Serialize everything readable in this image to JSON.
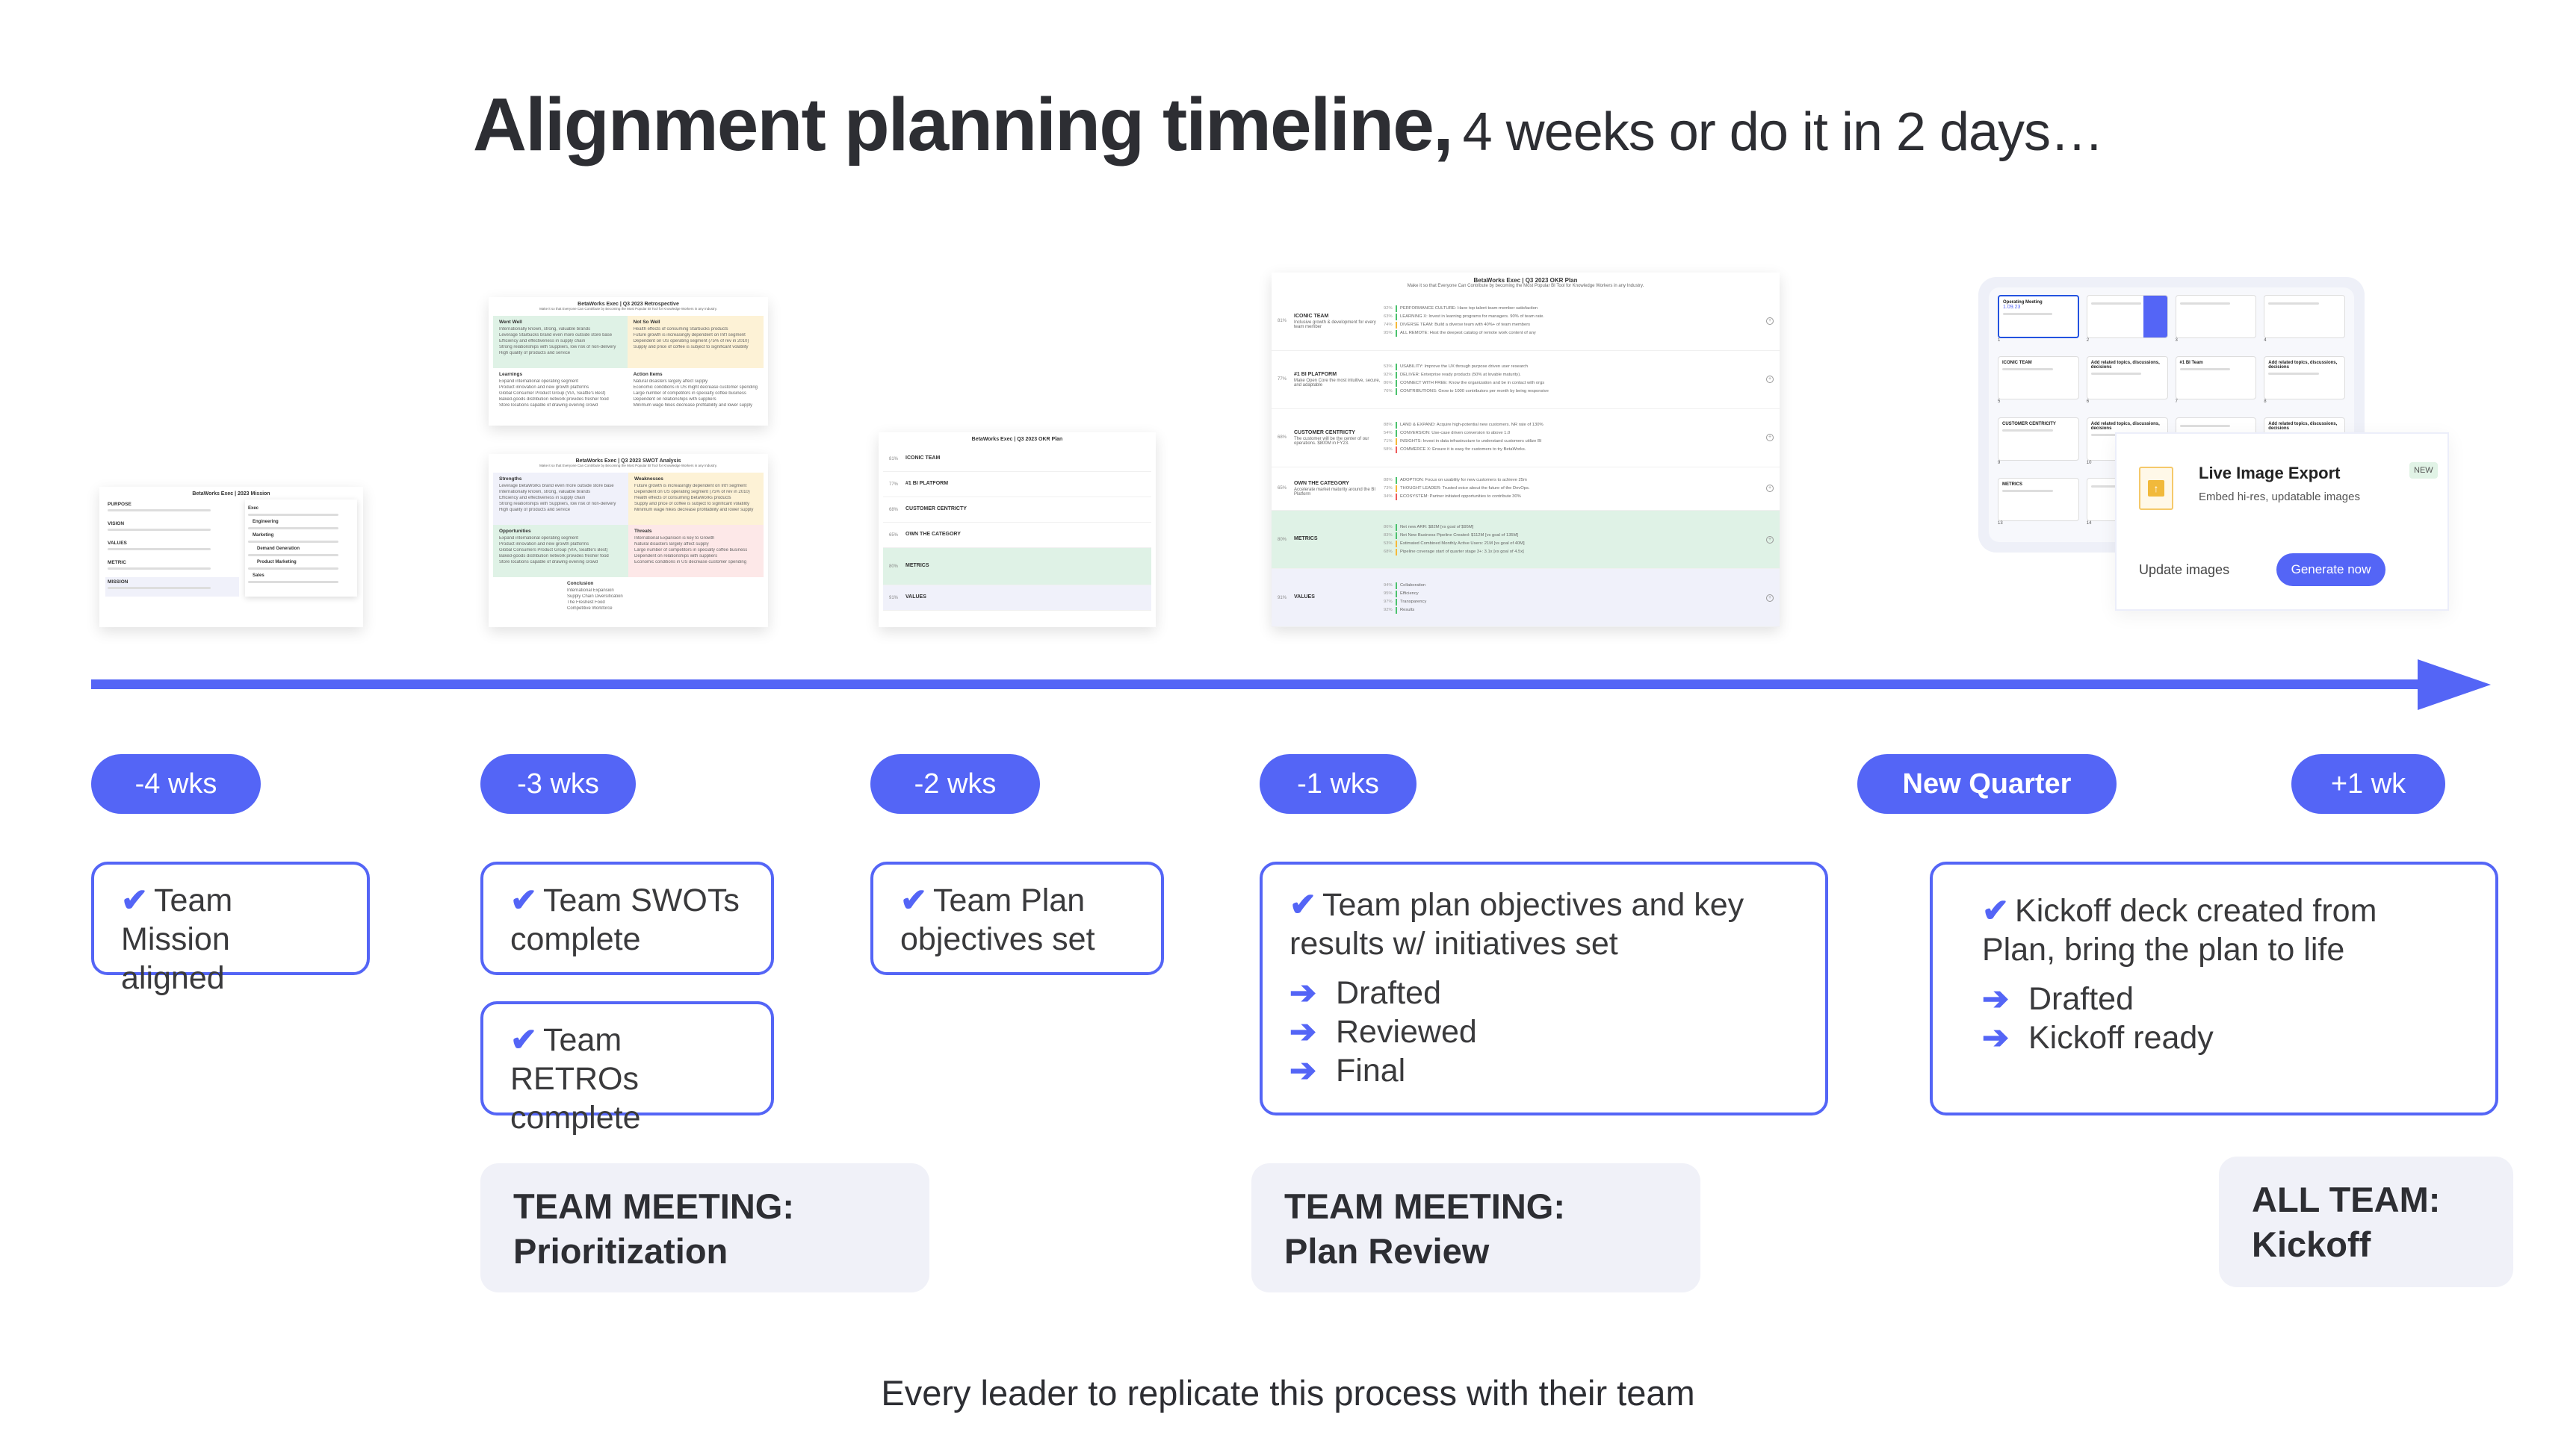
{
  "title": {
    "main": "Alignment planning timeline,",
    "sub": "4 weeks or do it in 2 days…"
  },
  "colors": {
    "accent": "#5465f6",
    "meeting_bg": "#f0f1f8",
    "text": "#2d2e33"
  },
  "milestones": [
    {
      "label": "-4 wks"
    },
    {
      "label": "-3 wks"
    },
    {
      "label": "-2 wks"
    },
    {
      "label": "-1 wks"
    },
    {
      "label": "New Quarter"
    },
    {
      "label": "+1 wk"
    }
  ],
  "tasks": {
    "mission": "Team Mission aligned",
    "swots": "Team SWOTs complete",
    "retros": "Team RETROs complete",
    "plan": "Team Plan objectives set",
    "okr": {
      "text": "Team plan objectives and key results w/ initiatives set",
      "steps": [
        "Drafted",
        "Reviewed",
        "Final"
      ]
    },
    "kickoff": {
      "text": "Kickoff deck created from Plan, bring the plan to life",
      "steps": [
        "Drafted",
        "Kickoff ready"
      ]
    }
  },
  "icons": {
    "check": "✔",
    "arrow": "➔"
  },
  "meetings": [
    {
      "line1": "TEAM MEETING:",
      "line2": "Prioritization"
    },
    {
      "line1": "TEAM MEETING:",
      "line2": "Plan Review"
    },
    {
      "line1": "ALL TEAM:",
      "line2": "Kickoff"
    }
  ],
  "footer": "Every leader to replicate this process with their team",
  "thumbnails": {
    "mission": {
      "title": "BetaWorks Exec | 2023 Mission",
      "rows": [
        "PURPOSE",
        "VISION",
        "VALUES",
        "METRIC",
        "MISSION"
      ],
      "popup_items": [
        "Exec",
        "Engineering",
        "Marketing",
        "Demand Generation",
        "Product Marketing",
        "Sales"
      ]
    },
    "retro": {
      "title": "BetaWorks Exec | Q3 2023 Retrospective",
      "subtitle": "Make it so that Everyone Can Contribute by Becoming the Most Popular BI Tool for Knowledge Workers in any Industry.",
      "quadrants": [
        {
          "name": "Went Well",
          "items": [
            "Internationally known, strong, valuable brands",
            "Leverage Starbucks brand even more outside store base",
            "Efficiency and effectiveness in supply chain",
            "Strong relationships with Suppliers, low risk of non-delivery",
            "High quality of products and service"
          ]
        },
        {
          "name": "Not So Well",
          "items": [
            "Health effects of consuming Starbucks products",
            "Future growth is increasingly dependent on Int'l segment",
            "Dependent on US operating segment (75% of rev in 2010)",
            "Supply and price of coffee is subject to significant volatility"
          ]
        },
        {
          "name": "Learnings",
          "items": [
            "Expand international operating segment",
            "Product innovation and new growth platforms",
            "Global Consumer Product Group (VIA, Seattle's Best)",
            "Baked-goods distribution network provides fresher food",
            "Store locations capable of drawing evening crowd"
          ]
        },
        {
          "name": "Action Items",
          "items": [
            "Natural disasters largely affect supply",
            "Economic conditions in US might decrease customer spending",
            "Large number of competitors in specialty coffee business",
            "Dependent on relationships with suppliers",
            "Minimum wage hikes decrease profitability and lower supply"
          ]
        }
      ]
    },
    "swot": {
      "title": "BetaWorks Exec | Q3 2023 SWOT Analysis",
      "subtitle": "Make it so that Everyone Can Contribute by Becoming the Most Popular BI Tool for Knowledge Workers in any Industry.",
      "quadrants": [
        {
          "name": "Strengths",
          "items": [
            "Leverage BetaWorks brand even more outside store base",
            "Internationally known, strong, valuable brands",
            "Efficiency and effectiveness in supply chain",
            "Strong relationships with Suppliers, low risk of non-delivery",
            "High quality of products and service"
          ]
        },
        {
          "name": "Weaknesses",
          "items": [
            "Future growth is increasingly dependent on Int'l segment",
            "Dependent on US operating segment (75% of rev in 2010)",
            "Health effects of consuming BetaWorks products",
            "Supply and price of coffee is subject to significant volatility",
            "Minimum wage hikes decrease profitability and lower supply"
          ]
        },
        {
          "name": "Opportunities",
          "items": [
            "Expand international operating segment",
            "Product innovation and new growth platforms",
            "Global Consumers Product Group (VIA, Seattle's Best)",
            "Baked-goods distribution network provides fresher food",
            "Store locations capable of drawing evening crowd"
          ]
        },
        {
          "name": "Threats",
          "items": [
            "International Expansion is key to Growth",
            "Natural disasters largely affect supply",
            "Large number of competitors in specialty coffee business",
            "Dependent on relationships with suppliers",
            "Economic conditions in US decrease customer spending"
          ]
        }
      ],
      "conclusion": {
        "name": "Conclusion",
        "items": [
          "International Expansion",
          "Supply Chain Diversification",
          "The Freshest Food",
          "Competitive Workforce"
        ]
      }
    },
    "plan": {
      "title": "BetaWorks Exec | Q3 2023 OKR Plan",
      "rows": [
        {
          "pct": "81%",
          "name": "ICONIC TEAM"
        },
        {
          "pct": "77%",
          "name": "#1 BI PLATFORM"
        },
        {
          "pct": "68%",
          "name": "CUSTOMER CENTRICTY"
        },
        {
          "pct": "65%",
          "name": "OWN THE CATEGORY"
        },
        {
          "pct": "80%",
          "name": "METRICS"
        },
        {
          "pct": "91%",
          "name": "VALUES"
        }
      ]
    },
    "okr": {
      "title": "BetaWorks Exec | Q3 2023 OKR Plan",
      "subtitle": "Make it so that Everyone Can Contribute by becoming the Most Popular BI Tool for Knowledge Workers in any Industry.",
      "objectives": [
        {
          "pct": "81%",
          "name": "ICONIC TEAM",
          "desc": "Inclusive growth & development for every team member",
          "bg": "#ffffff",
          "krs": [
            {
              "pct": "92%",
              "status": "#4cc26e",
              "text": "PERFORMANCE CULTURE: Have top talent team-member satisfaction"
            },
            {
              "pct": "63%",
              "status": "#4cc26e",
              "text": "LEARNING X: Invest in learning programs for managers. 90% of team rate."
            },
            {
              "pct": "74%",
              "status": "#f5b93a",
              "text": "DIVERSE TEAM: Build a diverse team with 40%+ of team members"
            },
            {
              "pct": "95%",
              "status": "#4cc26e",
              "text": "ALL REMOTE: Host the deepest catalog of remote work content of any"
            }
          ]
        },
        {
          "pct": "77%",
          "name": "#1 BI PLATFORM",
          "desc": "Make Open Core the most intuitive, secure, and adaptable",
          "bg": "#ffffff",
          "krs": [
            {
              "pct": "53%",
              "status": "#4cc26e",
              "text": "USABILITY: Improve the UX through purpose driven user research"
            },
            {
              "pct": "92%",
              "status": "#4cc26e",
              "text": "DELIVER: Enterprise ready products (50% at lovable maturity)."
            },
            {
              "pct": "86%",
              "status": "#4cc26e",
              "text": "CONNECT WITH FREE: Know the organization and be in contact with orgs"
            },
            {
              "pct": "76%",
              "status": "#4cc26e",
              "text": "CONTRIBUTIONS: Grow to 1000 contributors per month by being responsive"
            }
          ]
        },
        {
          "pct": "68%",
          "name": "CUSTOMER CENTRICTY",
          "desc": "The customer will be the center of our operations. $800M in FY23.",
          "bg": "#ffffff",
          "krs": [
            {
              "pct": "88%",
              "status": "#4cc26e",
              "text": "LAND & EXPAND: Acquire high-potential new customers. NR rate of 130%"
            },
            {
              "pct": "54%",
              "status": "#4cc26e",
              "text": "CONVERSION: Use-case driven conversion to above 1.0"
            },
            {
              "pct": "71%",
              "status": "#f5b93a",
              "text": "INSIGHTS: Invest in data infrastructure to understand customers utilize BI"
            },
            {
              "pct": "58%",
              "status": "#ee5a5a",
              "text": "COMMERCE X: Ensure it is easy for customers to try BetaWorks."
            }
          ]
        },
        {
          "pct": "65%",
          "name": "OWN THE CATEGORY",
          "desc": "Accelerate market maturity around the BI Platform",
          "bg": "#ffffff",
          "krs": [
            {
              "pct": "88%",
              "status": "#4cc26e",
              "text": "ADOPTION: Focus on usability for new customers to achieve 25m"
            },
            {
              "pct": "73%",
              "status": "#f5b93a",
              "text": "THOUGHT LEADER: Trusted voice about the future of the DevOps."
            },
            {
              "pct": "34%",
              "status": "#ee5a5a",
              "text": "ECOSYSTEM: Partner initiated opportunities to contribute 30%"
            }
          ]
        },
        {
          "pct": "80%",
          "name": "METRICS",
          "desc": "",
          "bg": "#dff2e6",
          "krs": [
            {
              "pct": "86%",
              "status": "#4cc26e",
              "text": "Net new ARR: $82M [vs goal of $95M]"
            },
            {
              "pct": "83%",
              "status": "#4cc26e",
              "text": "Net New Business Pipeline Created: $112M [vs goal of 135M]"
            },
            {
              "pct": "53%",
              "status": "#f5b93a",
              "text": "Estimated Combined Monthly Active Users: 21M [vs goal of 40M]"
            },
            {
              "pct": "68%",
              "status": "#f5b93a",
              "text": "Pipeline coverage start of quarter stage 3+: 3.1x [vs goal of 4.5x]"
            }
          ]
        },
        {
          "pct": "91%",
          "name": "VALUES",
          "desc": "",
          "bg": "#f0f1fa",
          "krs": [
            {
              "pct": "94%",
              "status": "#4cc26e",
              "text": "Collaboration"
            },
            {
              "pct": "95%",
              "status": "#4cc26e",
              "text": "Efficiency"
            },
            {
              "pct": "97%",
              "status": "#4cc26e",
              "text": "Transparency"
            },
            {
              "pct": "92%",
              "status": "#4cc26e",
              "text": "Results"
            }
          ]
        }
      ]
    },
    "slides": {
      "items": [
        {
          "n": "1",
          "title": "Operating Meeting",
          "sub": "1.09.23",
          "selected": true
        },
        {
          "n": "2",
          "title": ""
        },
        {
          "n": "3",
          "title": ""
        },
        {
          "n": "4",
          "title": ""
        },
        {
          "n": "5",
          "title": "ICONIC TEAM"
        },
        {
          "n": "6",
          "title": "Add related topics, discussions, decisions"
        },
        {
          "n": "7",
          "title": "#1 BI Team"
        },
        {
          "n": "8",
          "title": "Add related topics, discussions, decisions"
        },
        {
          "n": "9",
          "title": "CUSTOMER CENTRICITY"
        },
        {
          "n": "10",
          "title": "Add related topics, discussions, decisions"
        },
        {
          "n": "",
          "title": ""
        },
        {
          "n": "",
          "title": "Add related topics, discussions, decisions"
        },
        {
          "n": "13",
          "title": "METRICS"
        },
        {
          "n": "14",
          "title": ""
        }
      ]
    },
    "export": {
      "title": "Live Image Export",
      "badge": "NEW",
      "subtitle": "Embed hi-res, updatable images",
      "update_label": "Update images",
      "generate_label": "Generate now",
      "icon": "upload-arrow"
    }
  }
}
